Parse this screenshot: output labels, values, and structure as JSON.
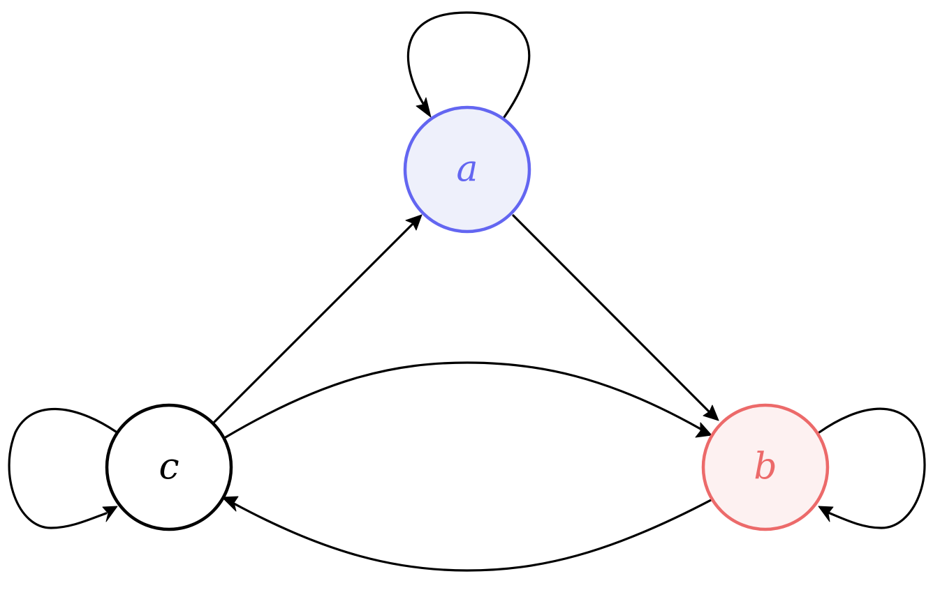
{
  "nodes": [
    {
      "id": "a",
      "label": "a",
      "stroke": "#6366f1",
      "fill": "#eef0fb",
      "text_color": "#6366f1"
    },
    {
      "id": "b",
      "label": "b",
      "stroke": "#ec6a6a",
      "fill": "#fdf1f1",
      "text_color": "#ec6a6a"
    },
    {
      "id": "c",
      "label": "c",
      "stroke": "#000000",
      "fill": "#ffffff",
      "text_color": "#000000"
    }
  ],
  "edges": [
    {
      "from": "a",
      "to": "a",
      "kind": "self-loop"
    },
    {
      "from": "b",
      "to": "b",
      "kind": "self-loop"
    },
    {
      "from": "c",
      "to": "c",
      "kind": "self-loop"
    },
    {
      "from": "a",
      "to": "b",
      "kind": "straight"
    },
    {
      "from": "c",
      "to": "a",
      "kind": "straight"
    },
    {
      "from": "c",
      "to": "b",
      "kind": "curved"
    },
    {
      "from": "b",
      "to": "c",
      "kind": "curved"
    }
  ]
}
